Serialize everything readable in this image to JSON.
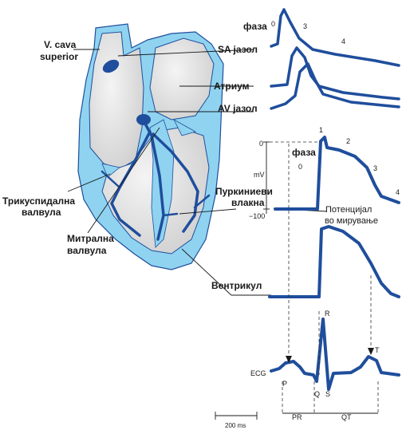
{
  "heart_labels": {
    "vcava_1": "V. cava",
    "vcava_2": "superior",
    "sa": "SA јазол",
    "atrium": "Атриум",
    "av": "AV јазол",
    "tricuspid_1": "Трикуспидална",
    "tricuspid_2": "валвула",
    "purkinje_1": "Пуркиниеви",
    "purkinje_2": "влакна",
    "mitral_1": "Митрална",
    "mitral_2": "валвула",
    "ventricle": "Вентрикул"
  },
  "trace_labels": {
    "phase_top": "фаза",
    "phase_mid_1": "фаза",
    "phase_mid_2": "0",
    "n0": "0",
    "n1": "1",
    "n2": "2",
    "n3": "3",
    "n4": "4",
    "n3_top": "3",
    "n4_top": "4",
    "zero": "0",
    "mv": "mV",
    "minus100": "−100",
    "resting_1": "Потенцијал",
    "resting_2": "во мирување"
  },
  "ecg_labels": {
    "ecg": "ECG",
    "p": "P",
    "q": "Q",
    "r": "R",
    "s": "S",
    "t": "T",
    "pr": "PR",
    "qt": "QT",
    "scale": "200 ms"
  },
  "colors": {
    "dark_blue": "#1f4e9c",
    "light_blue": "#8fd3f0",
    "heart_fill": "#dcdcdc",
    "line": "#1a1a1a"
  }
}
